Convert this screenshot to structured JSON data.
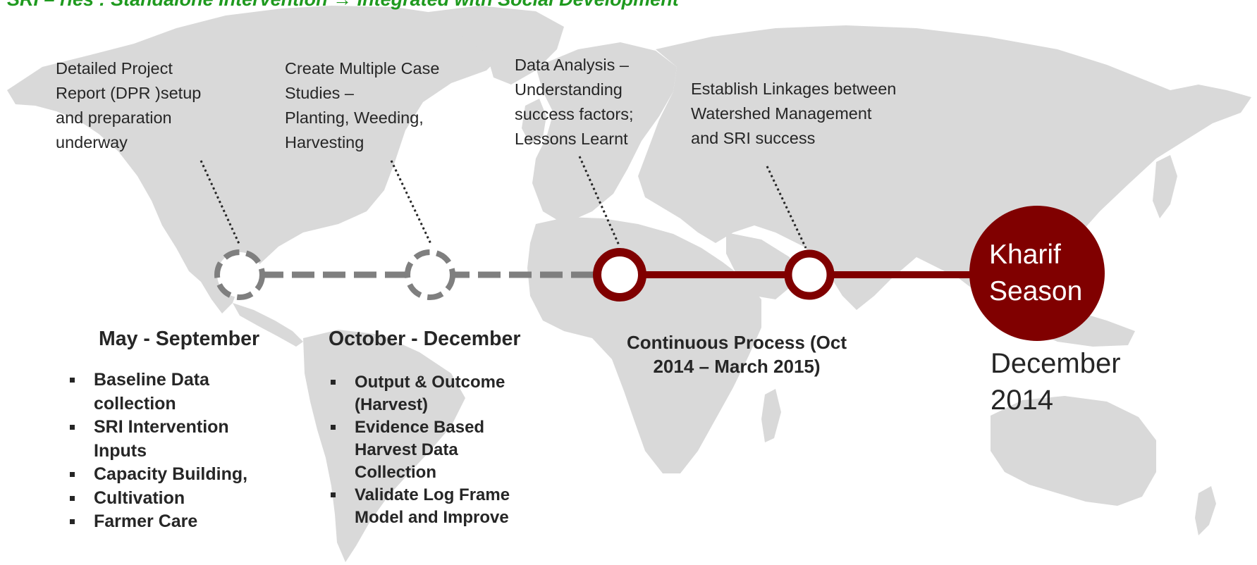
{
  "title": "SRI – ries : Standalone Intervention → Integrated with Social Development",
  "notes": [
    {
      "lines": [
        "Detailed Project",
        "Report (DPR )setup",
        "and preparation",
        "underway"
      ]
    },
    {
      "lines": [
        "Create Multiple Case",
        "Studies –",
        "Planting, Weeding,",
        "Harvesting"
      ]
    },
    {
      "lines": [
        "Data Analysis –",
        "Understanding",
        "success factors;",
        "Lessons Learnt"
      ]
    },
    {
      "lines": [
        "Establish Linkages between",
        "Watershed Management",
        "and SRI success"
      ]
    }
  ],
  "phases": [
    {
      "heading": "May - September",
      "bullets": [
        "Baseline Data",
        "collection",
        "SRI Intervention",
        "Inputs",
        "Capacity Building,",
        "Cultivation",
        "Farmer Care"
      ]
    },
    {
      "heading": "October - December",
      "bullets": [
        "Output & Outcome",
        "(Harvest)",
        "Evidence Based",
        "Harvest Data",
        "Collection",
        "Validate Log Frame",
        "Model and Improve"
      ]
    },
    {
      "heading_lines": [
        "Continuous Process (Oct",
        "2014 – March 2015)"
      ]
    }
  ],
  "milestone": {
    "label_lines": [
      "Kharif",
      "Season"
    ],
    "date_lines": [
      "December",
      "2014"
    ]
  },
  "colors": {
    "title_green": "#1f9a1f",
    "timeline_red": "#800000",
    "pending_gray": "#7f7f7f",
    "map_gray": "#d9d9d9",
    "text": "#262626"
  }
}
